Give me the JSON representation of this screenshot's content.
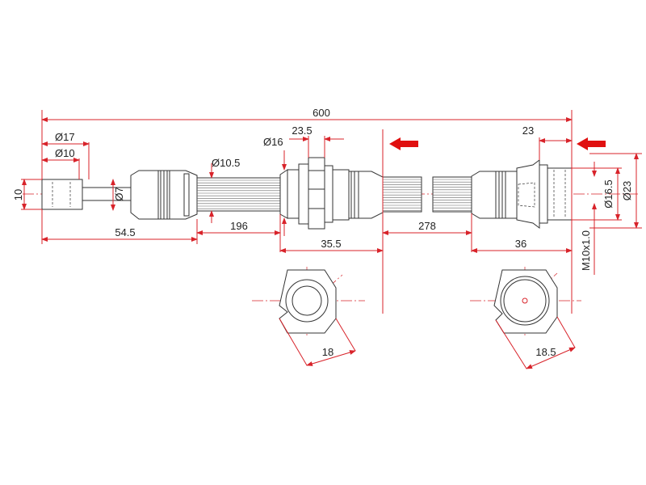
{
  "dimensions": {
    "overall_length": "600",
    "fitting_od_left": "Ø17",
    "fitting_id_left": "Ø10",
    "tube_height": "10",
    "tube_dia": "Ø7",
    "hose_dia": "Ø10.5",
    "bracket_dia": "Ø16",
    "bracket_width": "23.5",
    "right_fitting_width": "23",
    "right_bore": "Ø16.5",
    "right_od": "Ø23",
    "thread": "M10x1.0",
    "seg_left": "54.5",
    "seg_hose_1": "196",
    "seg_bracket": "35.5",
    "seg_hose_2": "278",
    "seg_right": "36",
    "hex_left": "18",
    "hex_right": "18.5"
  },
  "colors": {
    "dimension": "#d8232a",
    "outline": "#333333",
    "arrow": "#e01010"
  },
  "icons": {
    "direction_arrow": "left-arrow-icon"
  }
}
